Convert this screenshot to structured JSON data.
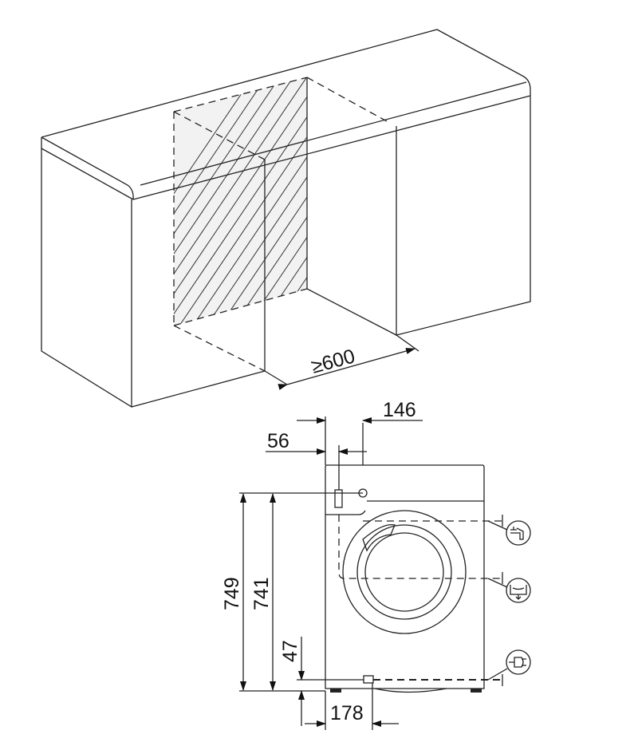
{
  "top_view": {
    "width_label": "≥600"
  },
  "front_view": {
    "dimensions": {
      "d146": "146",
      "d56": "56",
      "d749": "749",
      "d741": "741",
      "d47": "47",
      "d178": "178"
    },
    "icons": [
      "water-tap-icon",
      "drain-icon",
      "power-plug-icon"
    ]
  }
}
